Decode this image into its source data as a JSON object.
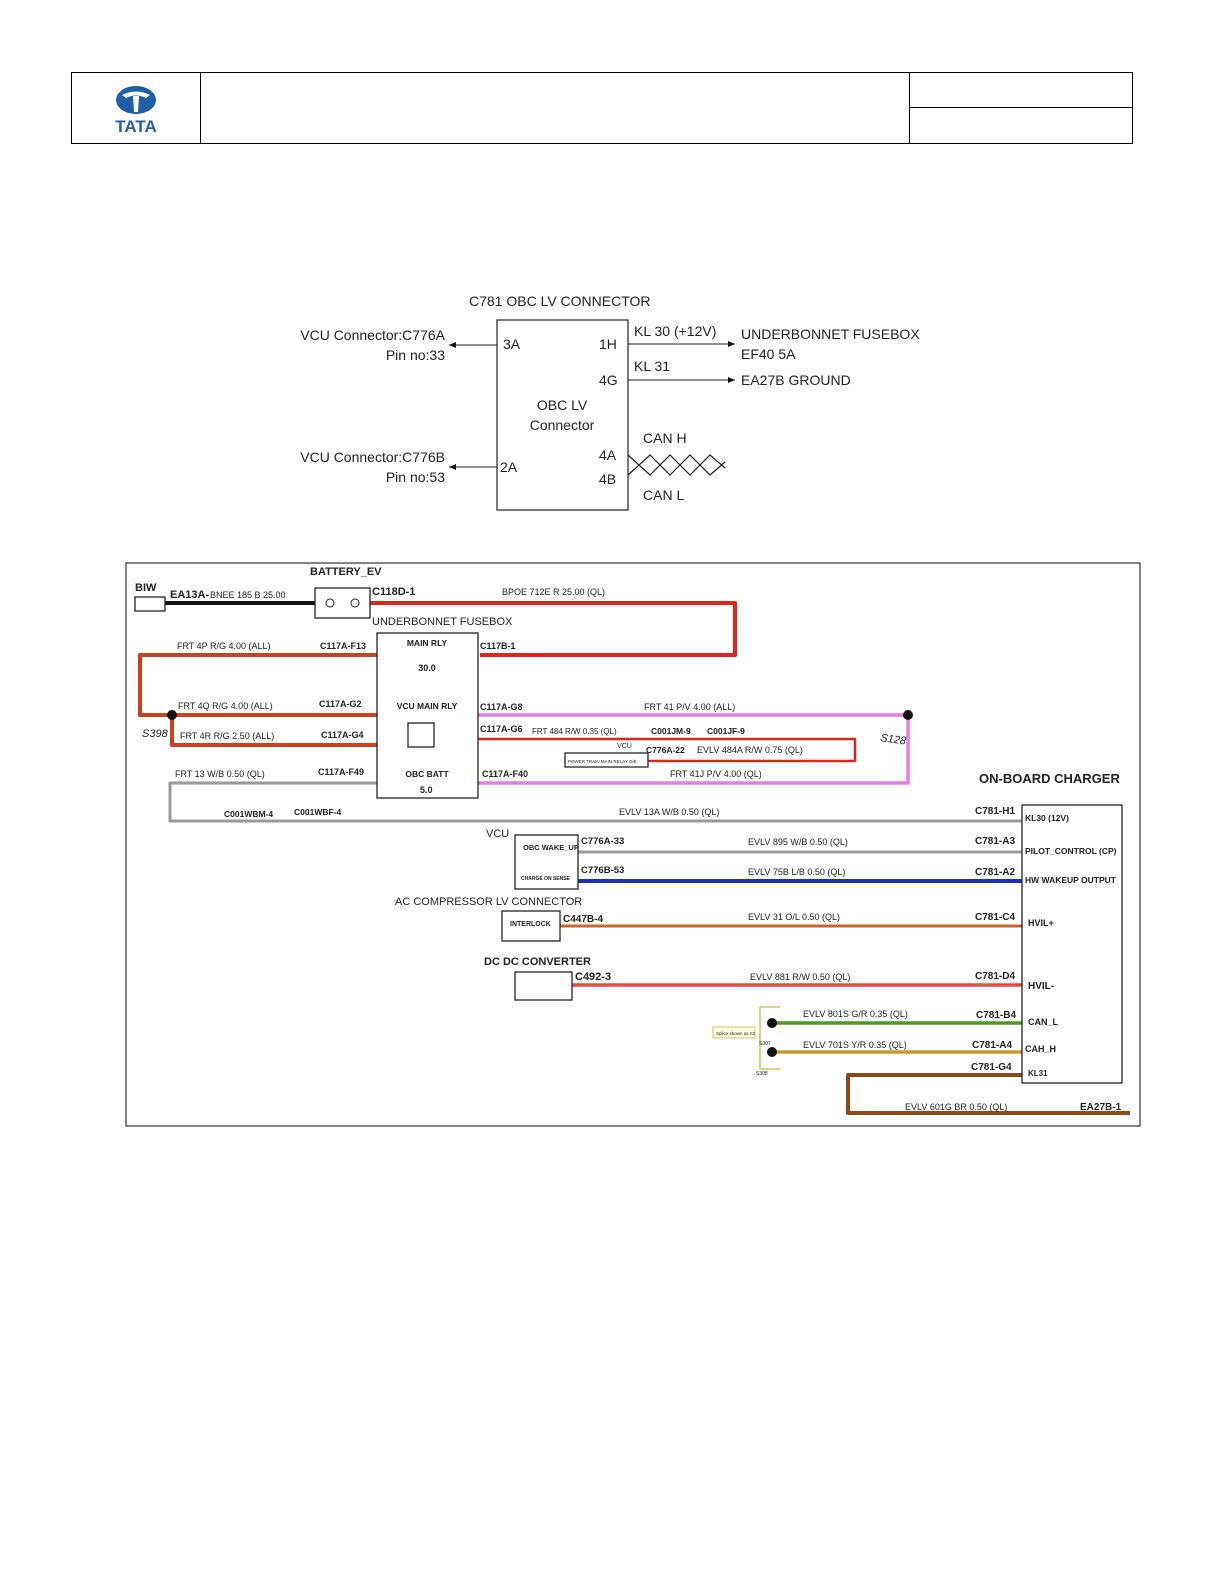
{
  "header": {
    "brand": "TATA",
    "title": "",
    "cell_top": "",
    "cell_bottom": ""
  },
  "obc": {
    "title": "C781 OBC LV CONNECTOR",
    "box_line1": "OBC LV",
    "box_line2": "Connector",
    "pin_3a": "3A",
    "pin_2a": "2A",
    "pin_1h": "1H",
    "pin_4g": "4G",
    "pin_4a": "4A",
    "pin_4b": "4B",
    "vcu1_line1": "VCU Connector:C776A",
    "vcu1_line2": "Pin no:33",
    "vcu2_line1": "VCU Connector:C776B",
    "vcu2_line2": "Pin no:53",
    "kl30": "KL 30 (+12V)",
    "kl31": "KL 31",
    "fuse_line1": "UNDERBONNET FUSEBOX",
    "fuse_line2": "EF40 5A",
    "ground": "EA27B GROUND",
    "can_h": "CAN H",
    "can_l": "CAN L"
  },
  "wiring": {
    "biw": "BIW",
    "battery": "BATTERY_EV",
    "ea13a": "EA13A-",
    "bnee": "BNEE   185   B   25.00",
    "c118d": "C118D-1",
    "bpoe": "BPOE   712E   R   25.00   (QL)",
    "fusebox": "UNDERBONNET FUSEBOX",
    "main_rly": "MAIN RLY",
    "main_rly_val": "30.0",
    "vcu_main_rly": "VCU MAIN RLY",
    "obc_batt": "OBC BATT",
    "obc_batt_val": "5.0",
    "w_4p": "FRT   4P   R/G   4.00   (ALL)",
    "c117a_f13": "C117A-F13",
    "c117b_1": "C117B-1",
    "w_4q": "FRT   4Q   R/G   4.00   (ALL)",
    "c117a_g2": "C117A-G2",
    "w_4r": "FRT   4R   R/G   2.50   (ALL)",
    "c117a_g4": "C117A-G4",
    "w_13": "FRT   13   W/B   0.50   (QL)",
    "c117a_f49": "C117A-F49",
    "c117a_g8": "C117A-G8",
    "w_41": "FRT   41   P/V   4.00   (ALL)",
    "c117a_g6": "C117A-G6",
    "w_484": "FRT   484   R/W   0.35   (QL)",
    "c001jm": "C001JM-9",
    "c001jf": "C001JF-9",
    "vcu_small": "VCU",
    "ptrelay": "POWER TRAIN MAIN RELAY O/E",
    "c776a_22": "C776A-22",
    "w_484a": "EVLV   484A   R/W   0.75   (QL)",
    "c117a_f40": "C117A-F40",
    "w_41j": "FRT   41J   P/V   4.00   (QL)",
    "s398": "S398",
    "s128": "S128",
    "c001wbm": "C001WBM-4",
    "c001wbf": "C001WBF-4",
    "w_13a": "EVLV   13A   W/B   0.50   (QL)",
    "onboard": "ON-BOARD CHARGER",
    "c781_h1": "C781-H1",
    "kl30_12v": "KL30 (12V)",
    "vcu": "VCU",
    "obc_wake": "OBC WAKE_UP",
    "charge_on": "CHARGE ON SENSE",
    "c776a_33": "C776A-33",
    "w_895": "EVLV   895   W/B   0.50   (QL)",
    "c781_a3": "C781-A3",
    "pilot": "PILOT_CONTROL (CP)",
    "c776b_53": "C776B-53",
    "w_75b": "EVLV   75B   L/B   0.50   (QL)",
    "c781_a2": "C781-A2",
    "hw_wake": "HW WAKEUP OUTPUT",
    "ac_comp": "AC COMPRESSOR LV CONNECTOR",
    "interlock": "INTERLOCK",
    "c447b_4": "C447B-4",
    "w_31": "EVLV   31   O/L   0.50   (QL)",
    "c781_c4": "C781-C4",
    "hvil_plus": "HVIL+",
    "dcdc": "DC DC CONVERTER",
    "c492_3": "C492-3",
    "w_881": "EVLV   881   R/W   0.50   (QL)",
    "c781_d4": "C781-D4",
    "hvil_minus": "HVIL-",
    "w_801s": "EVLV   801S   G/R   0.35   (QL)",
    "c781_b4": "C781-B4",
    "can_l": "CAN_L",
    "w_701s": "EVLV   701S   Y/R   0.35   (QL)",
    "c781_a4": "C781-A4",
    "cah_h": "CAH_H",
    "c781_g4": "C781-G4",
    "kl31": "KL31",
    "w_601g": "EVLV   601G   BR   0.50   (QL)",
    "ea27b_1": "EA27B-1",
    "splice_note": "Splice shown as S2",
    "s_top": "S307",
    "s_bot": "S308"
  },
  "colors": {
    "red": "#e0251b",
    "orange_red": "#c9421e",
    "magenta": "#e57be8",
    "grey": "#9a9a9a",
    "blue": "#1a2fb5",
    "orange": "#c8642a",
    "pink_red": "#e64a4a",
    "green": "#4f9a1a",
    "ochre": "#c89a2a",
    "brown": "#8a4a1a",
    "teal": "#7fc6c6",
    "tata_blue": "#1f5fa8"
  }
}
